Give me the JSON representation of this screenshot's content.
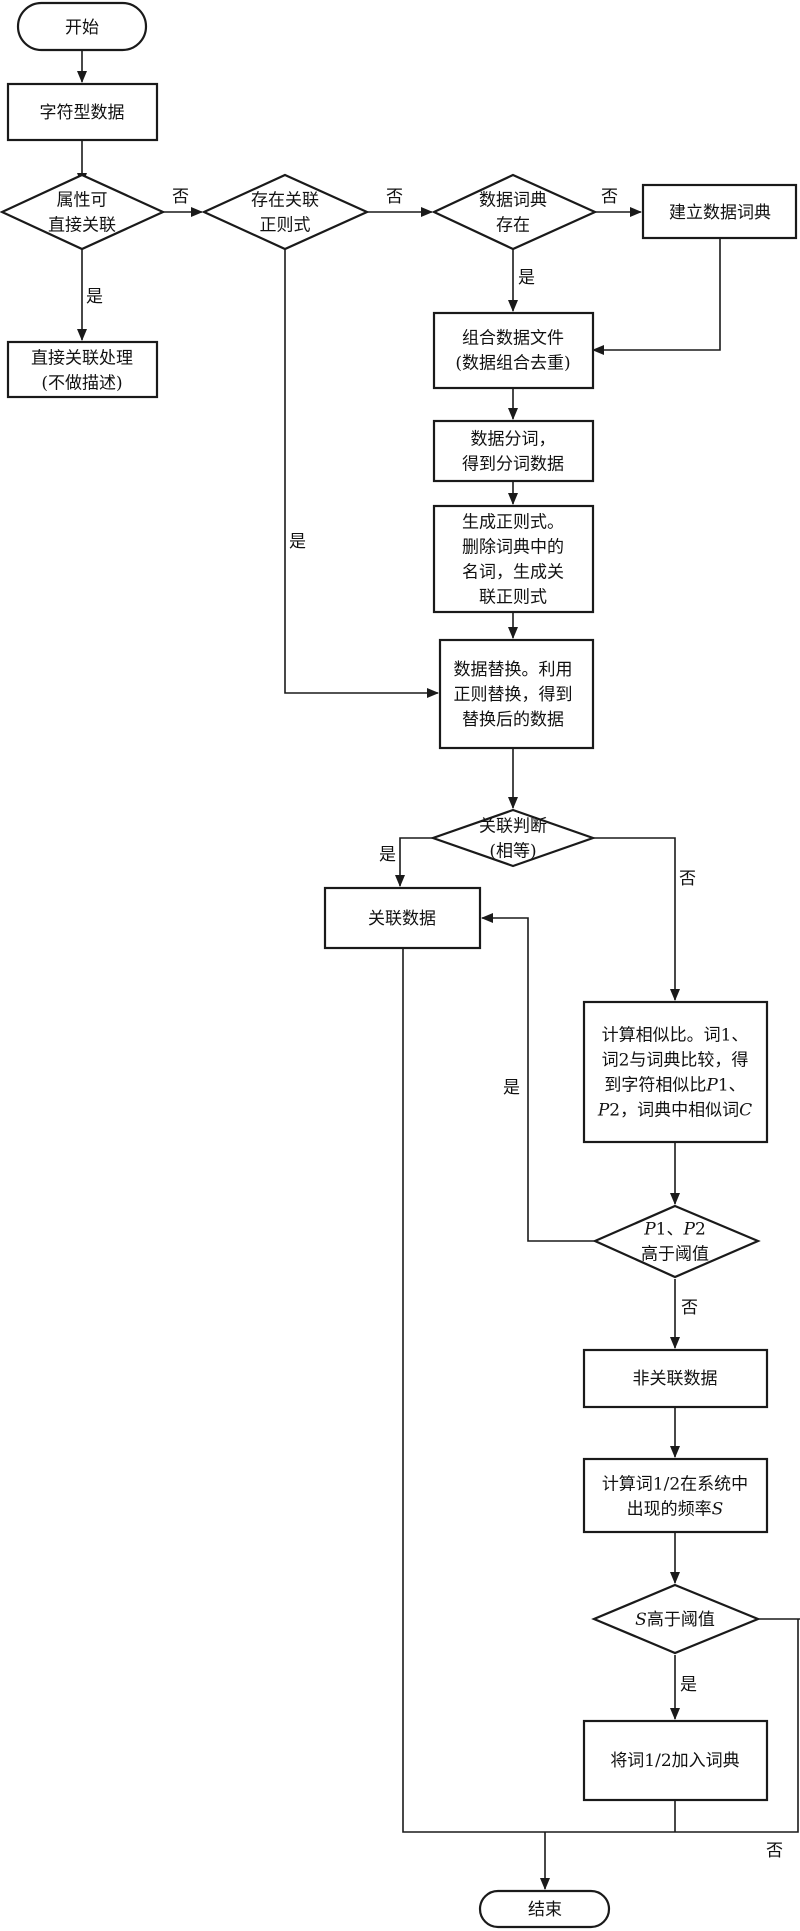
{
  "nodes": {
    "start": [
      "开始"
    ],
    "char_data": [
      "字符型数据"
    ],
    "d_attr": [
      "属性可",
      "直接关联"
    ],
    "direct": [
      "直接关联处理",
      "(不做描述)"
    ],
    "d_regex": [
      "存在关联",
      "正则式"
    ],
    "d_dict": [
      "数据词典",
      "存在"
    ],
    "build_dict": [
      "建立数据词典"
    ],
    "combine": [
      "组合数据文件",
      "(数据组合去重)"
    ],
    "segment": [
      "数据分词，",
      "得到分词数据"
    ],
    "gen_regex": [
      "生成正则式。",
      "删除词典中的",
      "名词，生成关",
      "联正则式"
    ],
    "replace": [
      "数据替换。利用",
      "正则替换，得到",
      "替换后的数据"
    ],
    "d_equal": [
      "关联判断",
      "(相等)"
    ],
    "assoc": [
      "关联数据"
    ],
    "similar": [
      [
        {
          "t": "计算相似比。词1、"
        }
      ],
      [
        {
          "t": "词2与词典比较，得"
        }
      ],
      [
        {
          "t": "到字符相似比"
        },
        {
          "t": "P",
          "i": true
        },
        {
          "t": "1、"
        }
      ],
      [
        {
          "t": "P",
          "i": true
        },
        {
          "t": "2，词典中相似词"
        },
        {
          "t": "C",
          "i": true
        }
      ]
    ],
    "d_thresh": [
      [
        {
          "t": "P",
          "i": true
        },
        {
          "t": "1、"
        },
        {
          "t": "P",
          "i": true
        },
        {
          "t": "2"
        }
      ],
      [
        {
          "t": "高于阈值"
        }
      ]
    ],
    "non_assoc": [
      "非关联数据"
    ],
    "freq": [
      [
        {
          "t": "计算词1/2在系统中"
        }
      ],
      [
        {
          "t": "出现的频率"
        },
        {
          "t": "S",
          "i": true
        }
      ]
    ],
    "d_s": [
      [
        {
          "t": "S",
          "i": true
        },
        {
          "t": "高于阈值"
        }
      ]
    ],
    "add_dict": [
      "将词1/2加入词典"
    ],
    "end": [
      "结束"
    ]
  },
  "edge_labels": {
    "attr_no": "否",
    "attr_yes": "是",
    "regex_no": "否",
    "regex_yes": "是",
    "dict_no": "否",
    "dict_yes": "是",
    "equal_yes": "是",
    "equal_no": "否",
    "thresh_yes": "是",
    "thresh_no": "否",
    "s_yes": "是",
    "s_no": "否"
  }
}
